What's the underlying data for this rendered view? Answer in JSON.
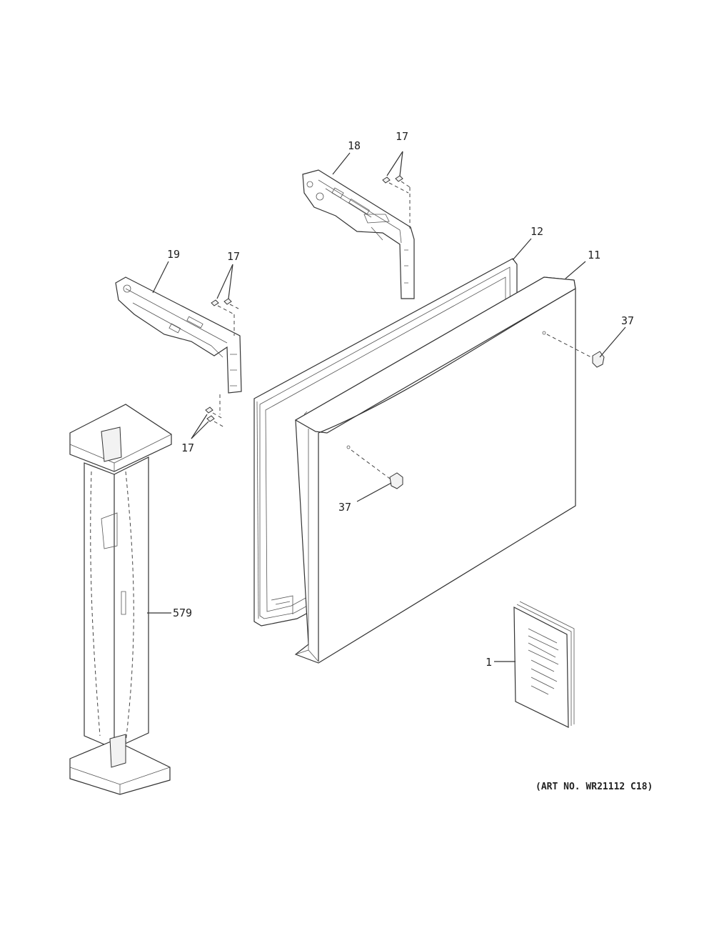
{
  "labels": {
    "l17_top": "17",
    "l18": "18",
    "l12": "12",
    "l11": "11",
    "l19": "19",
    "l17_mid": "17",
    "l37_right": "37",
    "l17_bottom": "17",
    "l37_center": "37",
    "l579": "579",
    "l1": "1"
  },
  "art_number": "(ART NO. WR21112 C18)"
}
